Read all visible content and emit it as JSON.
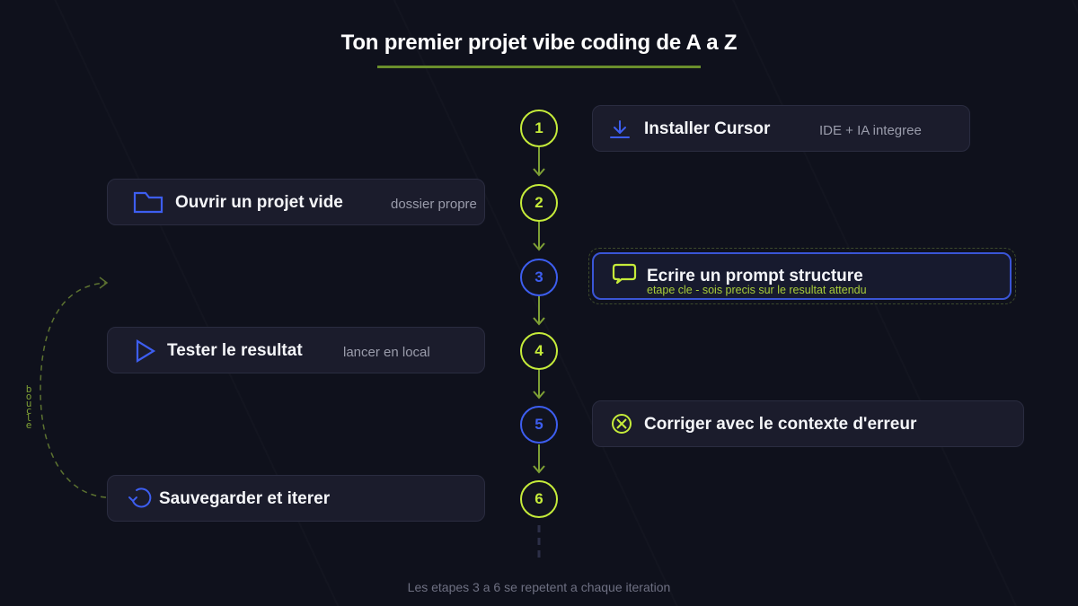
{
  "title": "Ton premier projet vibe coding de A a Z",
  "colors": {
    "background": "#0f111c",
    "accent_green": "#c6ec3a",
    "accent_blue": "#3d5ef0",
    "connector_green": "#7ea035",
    "card_bg": "#1b1c2c"
  },
  "steps": [
    {
      "number": "1",
      "label": "Installer Cursor",
      "sub": "IDE + IA integree",
      "icon": "download-icon",
      "side": "right",
      "circle_color": "green"
    },
    {
      "number": "2",
      "label": "Ouvrir un projet vide",
      "sub": "dossier propre",
      "icon": "folder-icon",
      "side": "left",
      "circle_color": "green"
    },
    {
      "number": "3",
      "label": "Ecrire un prompt structure",
      "sub": "etape cle - sois precis sur le resultat attendu",
      "icon": "chat-bubble-icon",
      "side": "right",
      "circle_color": "blue",
      "highlighted": true
    },
    {
      "number": "4",
      "label": "Tester le resultat",
      "sub": "lancer en local",
      "icon": "play-icon",
      "side": "left",
      "circle_color": "green"
    },
    {
      "number": "5",
      "label": "Corriger avec le contexte d'erreur",
      "sub": "",
      "icon": "error-x-circle-icon",
      "side": "right",
      "circle_color": "blue"
    },
    {
      "number": "6",
      "label": "Sauvegarder et iterer",
      "sub": "",
      "icon": "refresh-loop-icon",
      "side": "left",
      "circle_color": "green"
    }
  ],
  "loop": {
    "label": "boucle"
  },
  "caption": "Les etapes 3 a 6 se repetent a chaque iteration"
}
